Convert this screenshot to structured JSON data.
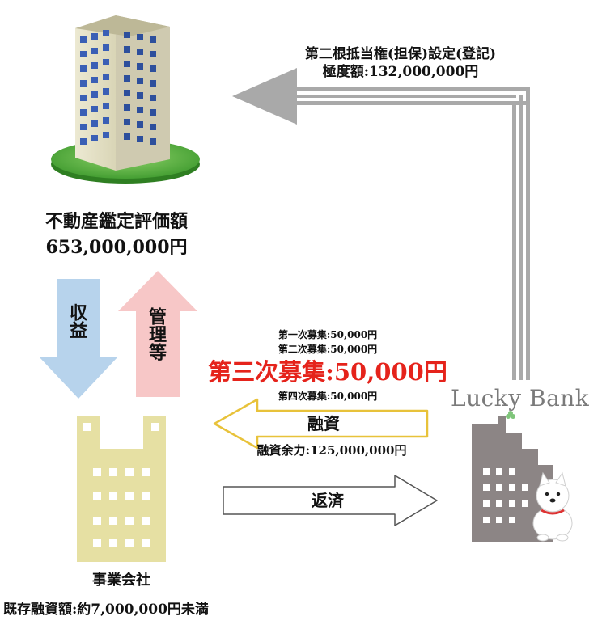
{
  "lien": {
    "line1": "第二根抵当権(担保)設定(登記)",
    "line2": "極度額:132,000,000円"
  },
  "property": {
    "title": "不動産鑑定評価額",
    "value": "653,000,000円"
  },
  "flows": {
    "income": "収益",
    "management": "管理等",
    "financing": "融資",
    "repayment": "返済"
  },
  "recruitment": {
    "first": "第一次募集:50,000円",
    "second": "第二次募集:50,000円",
    "third": "第三次募集:50,000円",
    "fourth": "第四次募集:50,000円"
  },
  "financing_capacity": "融資余力:125,000,000円",
  "company": {
    "title": "事業会社",
    "debt": "既存融資額:約7,000,000円未満"
  },
  "lender": {
    "logo": "Lucky Bank"
  },
  "colors": {
    "highlight_red": "#e5231b",
    "income_arrow": "#b7d3ec",
    "management_arrow": "#f7c7c7",
    "financing_border": "#e8c23a",
    "lien_arrow": "#a9a9a9",
    "company_building": "#e6e0a3",
    "lender_building": "#8c8585"
  }
}
